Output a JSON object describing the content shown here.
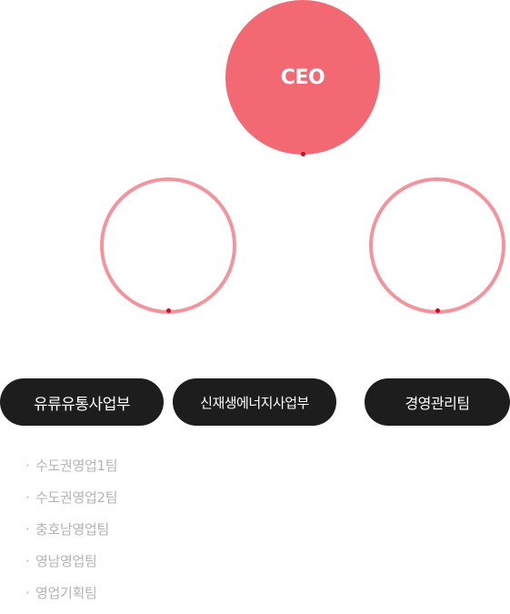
{
  "ceo": {
    "label": "CEO"
  },
  "divisions": [
    {
      "label": "유류유통사업부"
    },
    {
      "label": "신재생에너지사업부"
    },
    {
      "label": "경영관리팀"
    }
  ],
  "teams": [
    "수도권영업1팀",
    "수도권영업2팀",
    "충호남영업팀",
    "영남영업팀",
    "영업기획팀"
  ],
  "colors": {
    "ceo_fill": "#f26873",
    "ring": "#f3939c",
    "pill": "#1d1d1d",
    "connector_dot": "#e3001b",
    "team_text": "#b4b4b4"
  }
}
